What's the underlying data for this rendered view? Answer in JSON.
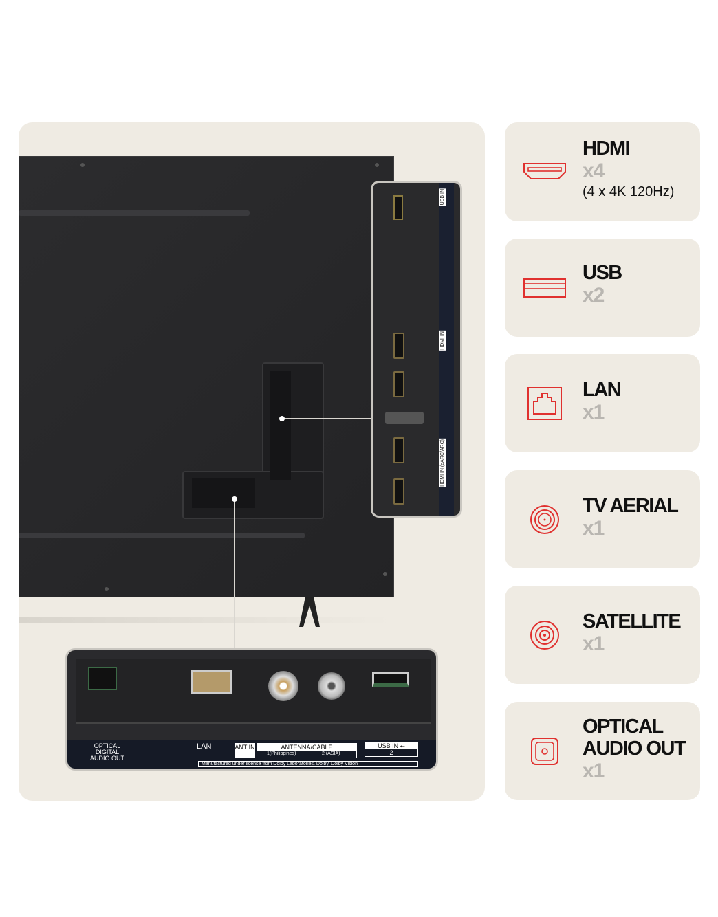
{
  "image": {
    "side_callout_labels": [
      "USB IN",
      "HDMI IN",
      "HDMI IN (eARC/ARC)"
    ],
    "bottom_labels": {
      "optical": "OPTICAL DIGITAL AUDIO OUT",
      "lan": "LAN",
      "ant_in": "ANT IN",
      "antenna_cable": "ANTENNA/CABLE",
      "ant_1": "1(Philippines)",
      "ant_2": "2 (ASIA)",
      "usb_in": "USB IN ⭠",
      "usb_num": "2",
      "dolby": "Manufactured under license from Dolby Laboratories. Dolby, Dolby Vision"
    }
  },
  "accent_color": "#e0312f",
  "cards": [
    {
      "title": "HDMI",
      "count": "x4",
      "sub": "(4 x 4K 120Hz)",
      "icon": "hdmi-icon"
    },
    {
      "title": "USB",
      "count": "x2",
      "icon": "usb-icon"
    },
    {
      "title": "LAN",
      "count": "x1",
      "icon": "lan-icon"
    },
    {
      "title": "TV AERIAL",
      "count": "x1",
      "icon": "aerial-icon"
    },
    {
      "title": "SATELLITE",
      "count": "x1",
      "icon": "satellite-icon"
    },
    {
      "title": "OPTICAL AUDIO OUT",
      "count": "x1",
      "icon": "optical-icon"
    }
  ]
}
